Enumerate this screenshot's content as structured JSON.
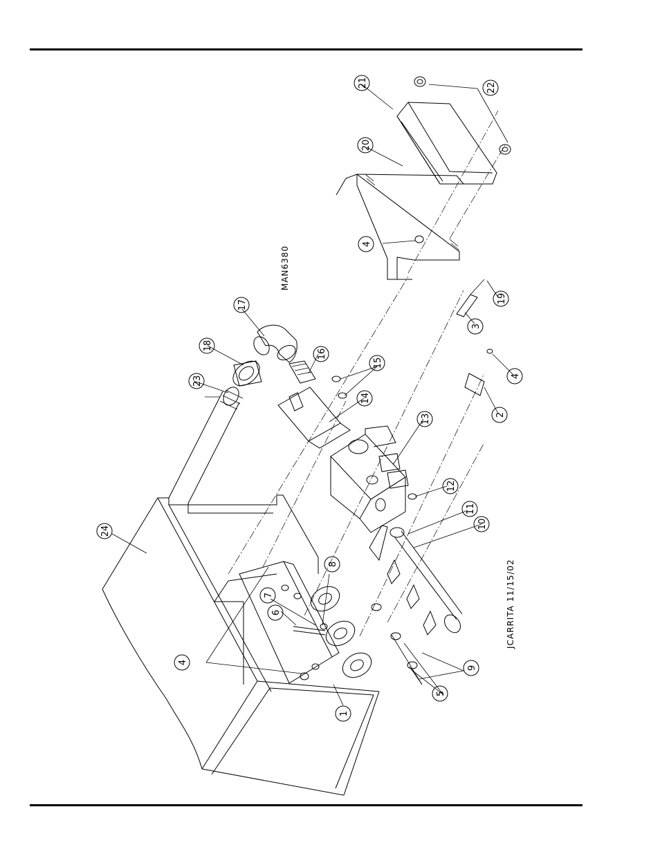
{
  "drawing": {
    "drawing_number": "MAN6380",
    "author_date": "JCARRITA  11/15/02",
    "callouts": [
      "1",
      "2",
      "3",
      "4",
      "4",
      "4",
      "5",
      "6",
      "7",
      "8",
      "9",
      "10",
      "11",
      "12",
      "13",
      "14",
      "15",
      "16",
      "17",
      "18",
      "19",
      "20",
      "21",
      "22",
      "23",
      "24"
    ]
  }
}
